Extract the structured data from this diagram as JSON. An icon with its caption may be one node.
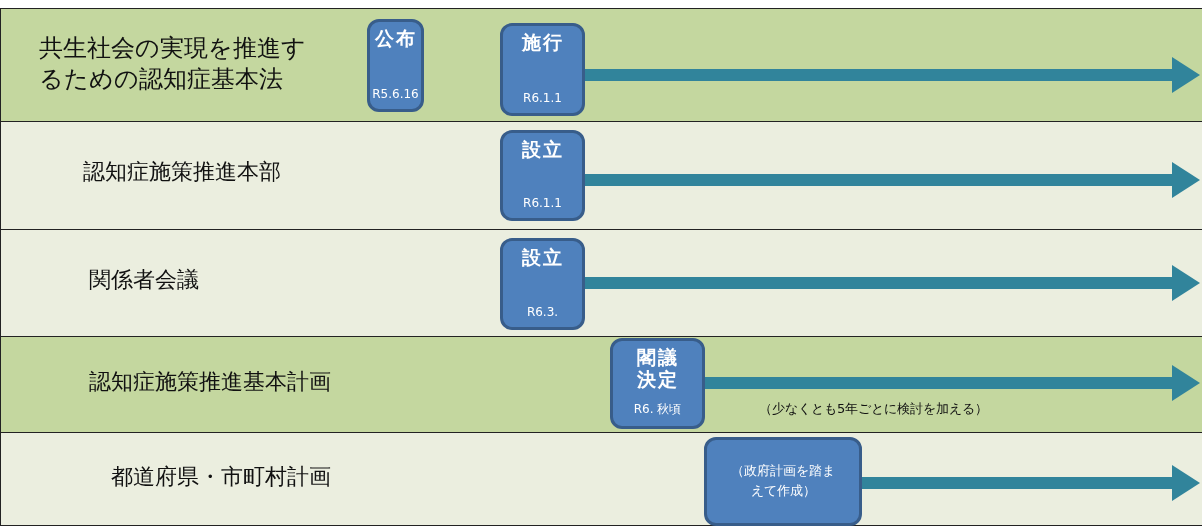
{
  "diagram": {
    "nodes": [
      {
        "text": [
          "共生社会の実現を推進するための認知症基本法"
        ]
      },
      {
        "text": [
          "公布",
          "R5.6.16"
        ],
        "in": 0
      },
      {
        "text": [
          "施行",
          "R6.1.1"
        ],
        "in": 0
      },
      {
        "text": [
          "認知症施策推進本部"
        ]
      },
      {
        "text": [
          "設立",
          "R6.1.1"
        ],
        "in": 3
      },
      {
        "text": [
          "関係者会議"
        ]
      },
      {
        "text": [
          "設立",
          "R6.3."
        ],
        "in": 5
      },
      {
        "text": [
          "認知症施策推進基本計画"
        ]
      },
      {
        "text": [
          "閣議決定",
          "R6. 秋頃"
        ],
        "in": 7
      },
      {
        "text": [
          "都道府県・市町村計画"
        ]
      },
      {
        "text": [
          "（政府計画を踏まえて作成）"
        ],
        "in": 9
      }
    ],
    "edges": [
      {
        "from": 2,
        "to": 0,
        "arrow": "to"
      },
      {
        "from": 4,
        "to": 3,
        "arrow": "to"
      },
      {
        "from": 6,
        "to": 5,
        "arrow": "to"
      },
      {
        "from": 8,
        "to": 7,
        "arrow": "to",
        "label": "（少なくとも5年ごとに検討を加える）"
      },
      {
        "from": 10,
        "to": 9,
        "arrow": "to"
      }
    ]
  }
}
